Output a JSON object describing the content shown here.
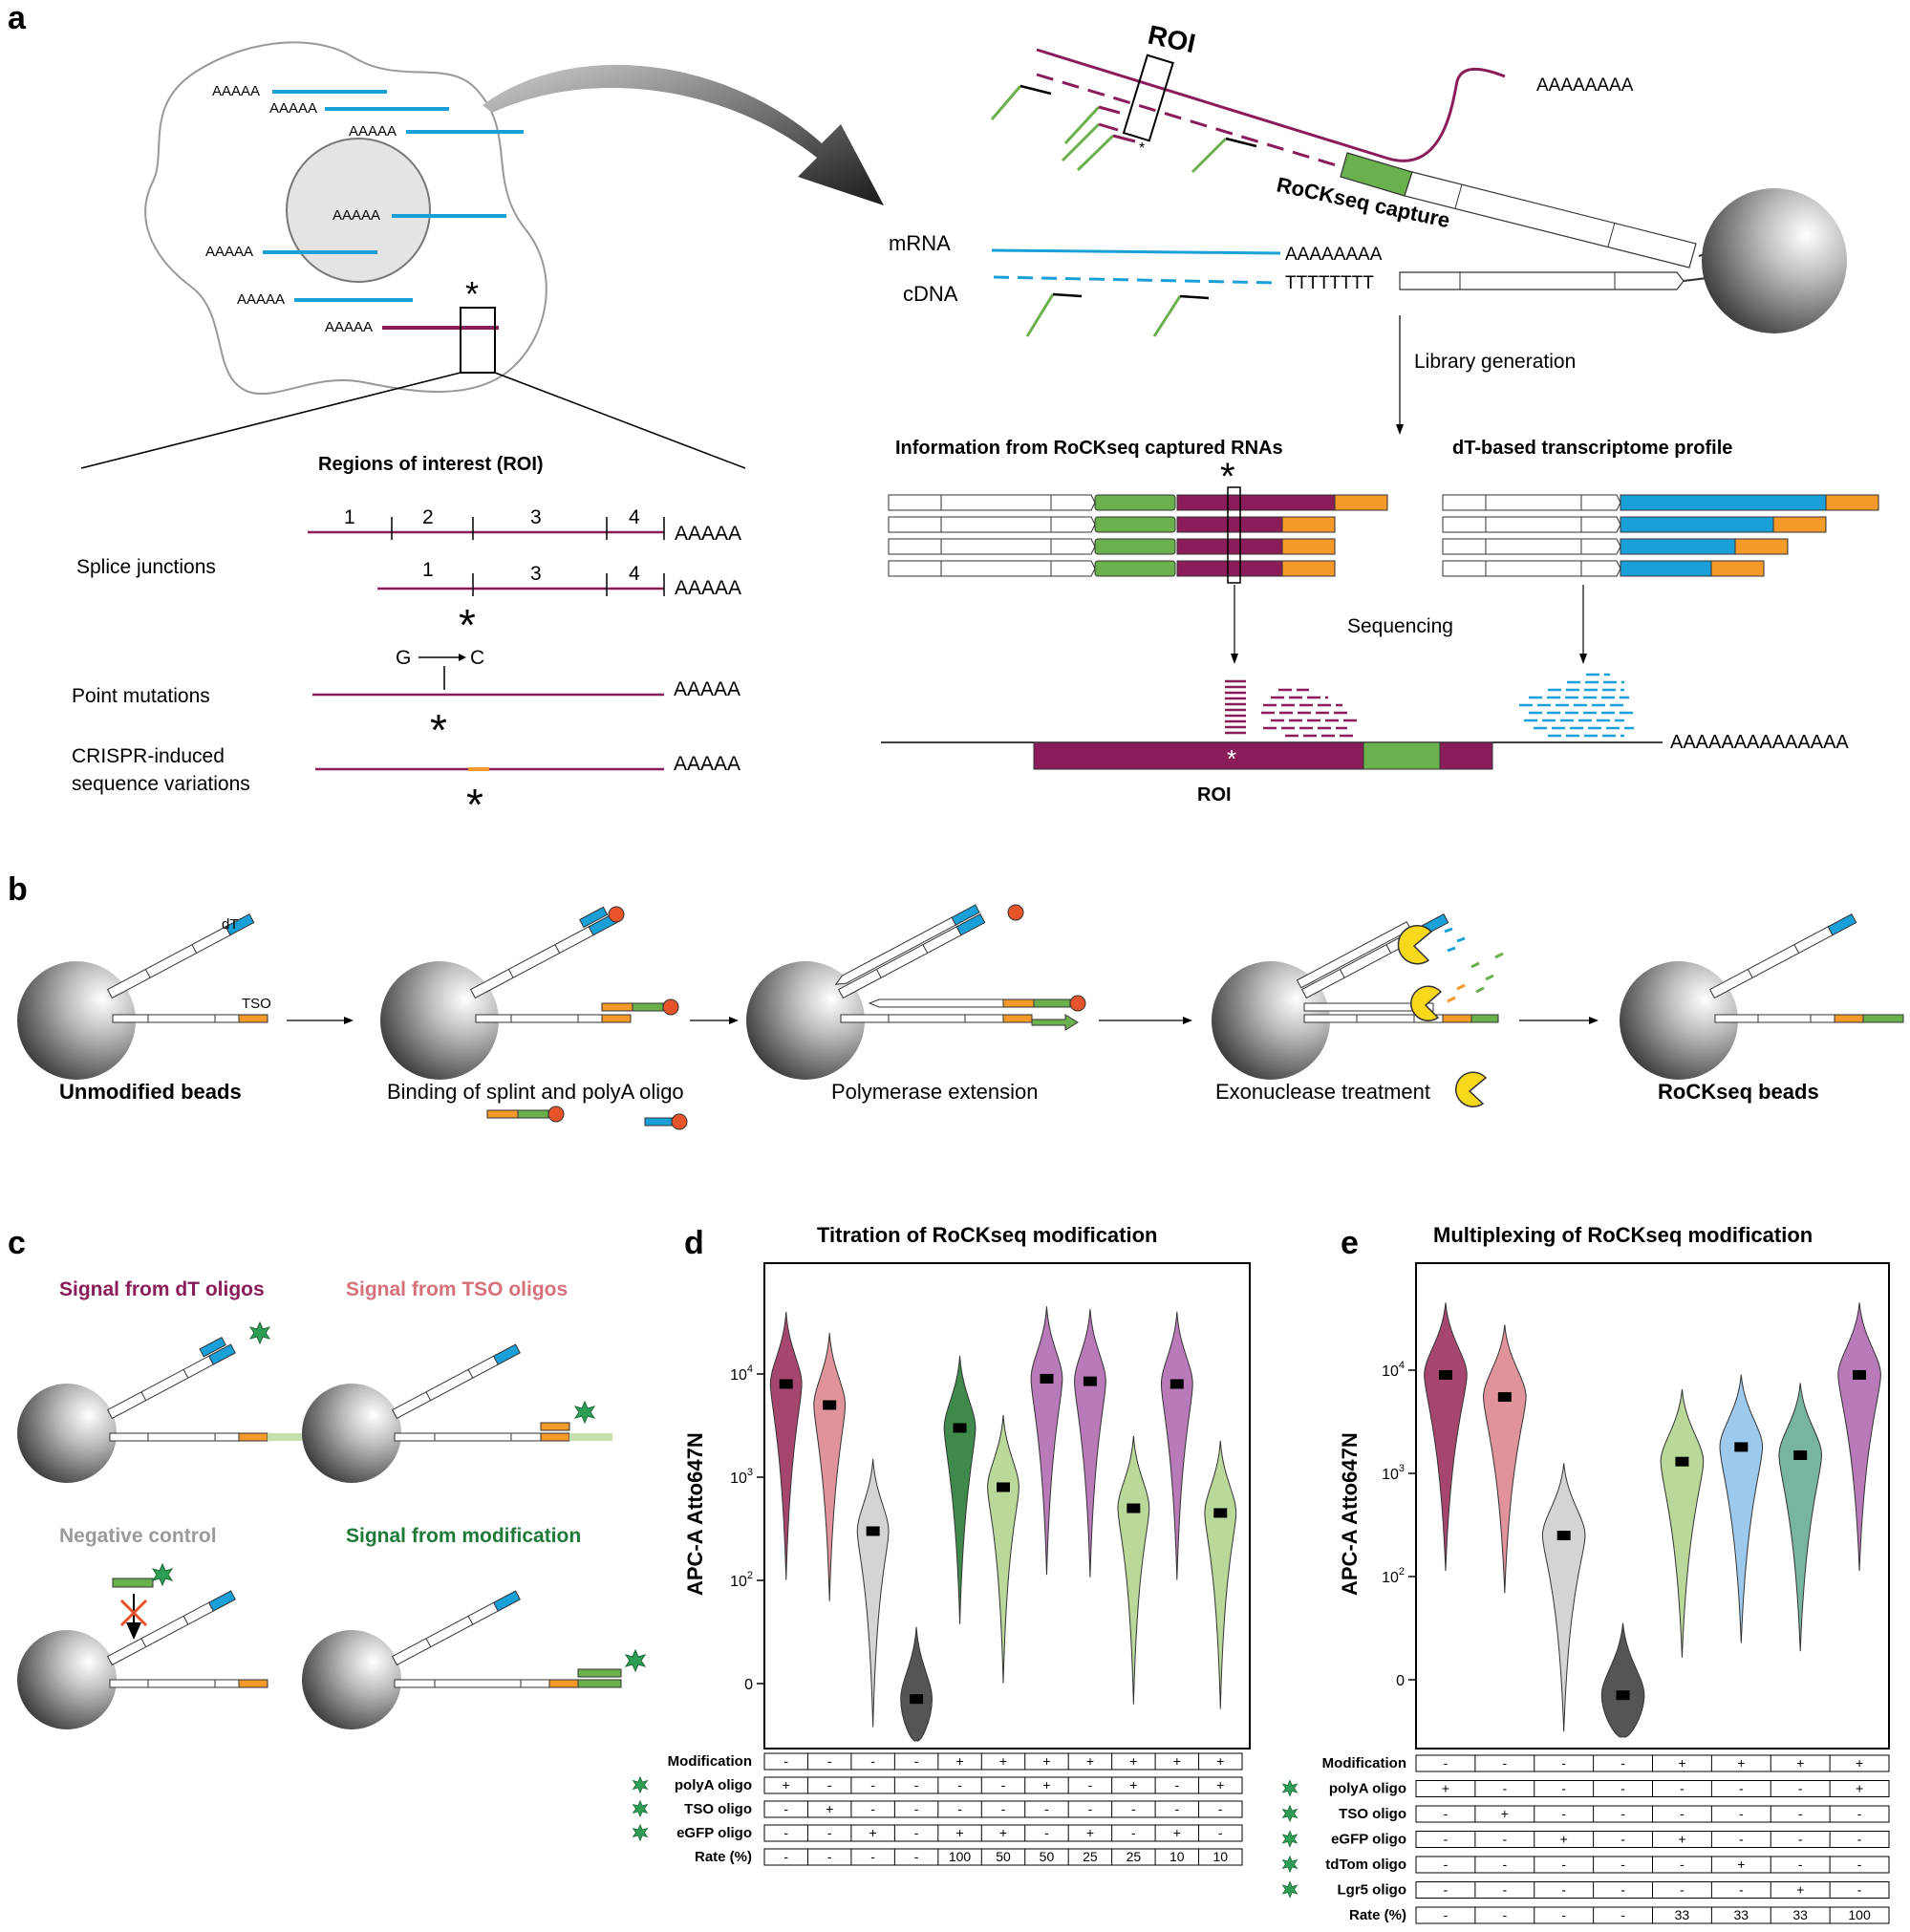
{
  "panels": {
    "a": "a",
    "b": "b",
    "c": "c",
    "d": "d",
    "e": "e"
  },
  "panel_a": {
    "cell_polya": "AAAAA",
    "star": "*",
    "roi_title": "Regions of interest (ROI)",
    "splice_label": "Splice junctions",
    "exons_full": [
      "1",
      "2",
      "3",
      "4"
    ],
    "exons_skip": [
      "1",
      "3",
      "4"
    ],
    "point_mut_label": "Point mutations",
    "mut_from": "G",
    "mut_to": "C",
    "crispr_label_1": "CRISPR-induced",
    "crispr_label_2": "sequence variations",
    "roi_box_label": "ROI",
    "tail_long": "AAAAAAAA",
    "capture_label": "RoCKseq capture",
    "mrna_label": "mRNA",
    "cdna_label": "cDNA",
    "polyT": "TTTTTTTT",
    "library_label": "Library generation",
    "info_title": "Information from RoCKseq captured RNAs",
    "dt_title": "dT-based transcriptome profile",
    "sequencing_label": "Sequencing",
    "genome_tail": "AAAAAAAAAAAAAA",
    "roi_bottom": "ROI"
  },
  "panel_b": {
    "dt_label": "dT",
    "tso_label": "TSO",
    "steps": [
      "Unmodified beads",
      "Binding of splint and polyA oligo",
      "Polymerase extension",
      "Exonuclease treatment",
      "RoCKseq beads"
    ]
  },
  "panel_c": {
    "titles": [
      "Signal from dT oligos",
      "Signal from TSO oligos",
      "Negative control",
      "Signal from modification"
    ],
    "title_colors": [
      "#8a1c5a",
      "#d6707a",
      "#9a9a9a",
      "#1f7a3a"
    ]
  },
  "panel_d": {
    "chart_data": {
      "type": "violin",
      "title": "Titration of RoCKseq modification",
      "ylabel": "APC-A Atto647N",
      "yscale": "biexponential",
      "yticks": [
        "10^4",
        "10^3",
        "10^2",
        "0"
      ],
      "medians": [
        8000,
        5000,
        300,
        -15,
        3000,
        800,
        9000,
        8500,
        500,
        8000,
        450
      ],
      "colors": [
        "#a6466e",
        "#e0939b",
        "#d4d4d4",
        "#555555",
        "#3f8a4a",
        "#b9d89a",
        "#b87ab8",
        "#b87ab8",
        "#b9d89a",
        "#b87ab8",
        "#b9d89a"
      ],
      "table": {
        "rows": [
          {
            "label": "Modification",
            "icon": false,
            "values": [
              "-",
              "-",
              "-",
              "-",
              "+",
              "+",
              "+",
              "+",
              "+",
              "+",
              "+"
            ]
          },
          {
            "label": "polyA oligo",
            "icon": true,
            "values": [
              "+",
              "-",
              "-",
              "-",
              "-",
              "-",
              "+",
              "-",
              "+",
              "-",
              "+"
            ]
          },
          {
            "label": "TSO oligo",
            "icon": true,
            "values": [
              "-",
              "+",
              "-",
              "-",
              "-",
              "-",
              "-",
              "-",
              "-",
              "-",
              "-"
            ]
          },
          {
            "label": "eGFP oligo",
            "icon": true,
            "values": [
              "-",
              "-",
              "+",
              "-",
              "+",
              "+",
              "-",
              "+",
              "-",
              "+",
              "-"
            ]
          },
          {
            "label": "Rate (%)",
            "icon": false,
            "values": [
              "-",
              "-",
              "-",
              "-",
              "100",
              "50",
              "50",
              "25",
              "25",
              "10",
              "10"
            ]
          }
        ]
      }
    }
  },
  "panel_e": {
    "chart_data": {
      "type": "violin",
      "title": "Multiplexing of RoCKseq modification",
      "ylabel": "APC-A Atto647N",
      "yscale": "biexponential",
      "yticks": [
        "10^4",
        "10^3",
        "10^2",
        "0"
      ],
      "medians": [
        9000,
        5500,
        250,
        -15,
        1300,
        1800,
        1500,
        9000
      ],
      "colors": [
        "#a6466e",
        "#e0939b",
        "#d4d4d4",
        "#555555",
        "#b9d89a",
        "#9cc9ec",
        "#78b4a2",
        "#b87ab8"
      ],
      "table": {
        "rows": [
          {
            "label": "Modification",
            "icon": false,
            "values": [
              "-",
              "-",
              "-",
              "-",
              "+",
              "+",
              "+",
              "+"
            ]
          },
          {
            "label": "polyA oligo",
            "icon": true,
            "values": [
              "+",
              "-",
              "-",
              "-",
              "-",
              "-",
              "-",
              "+"
            ]
          },
          {
            "label": "TSO oligo",
            "icon": true,
            "values": [
              "-",
              "+",
              "-",
              "-",
              "-",
              "-",
              "-",
              "-"
            ]
          },
          {
            "label": "eGFP oligo",
            "icon": true,
            "values": [
              "-",
              "-",
              "+",
              "-",
              "+",
              "-",
              "-",
              "-"
            ]
          },
          {
            "label": "tdTom oligo",
            "icon": true,
            "values": [
              "-",
              "-",
              "-",
              "-",
              "-",
              "+",
              "-",
              "-"
            ]
          },
          {
            "label": "Lgr5 oligo",
            "icon": true,
            "values": [
              "-",
              "-",
              "-",
              "-",
              "-",
              "-",
              "+",
              "-"
            ]
          },
          {
            "label": "Rate (%)",
            "icon": false,
            "values": [
              "-",
              "-",
              "-",
              "-",
              "33",
              "33",
              "33",
              "100"
            ]
          }
        ]
      }
    }
  },
  "colors": {
    "maroon": "#8a1c5a",
    "blue": "#1aa0d8",
    "green": "#6ab04c",
    "orange": "#f39a2b",
    "red": "#e8542a",
    "yellow": "#f8d81a"
  }
}
